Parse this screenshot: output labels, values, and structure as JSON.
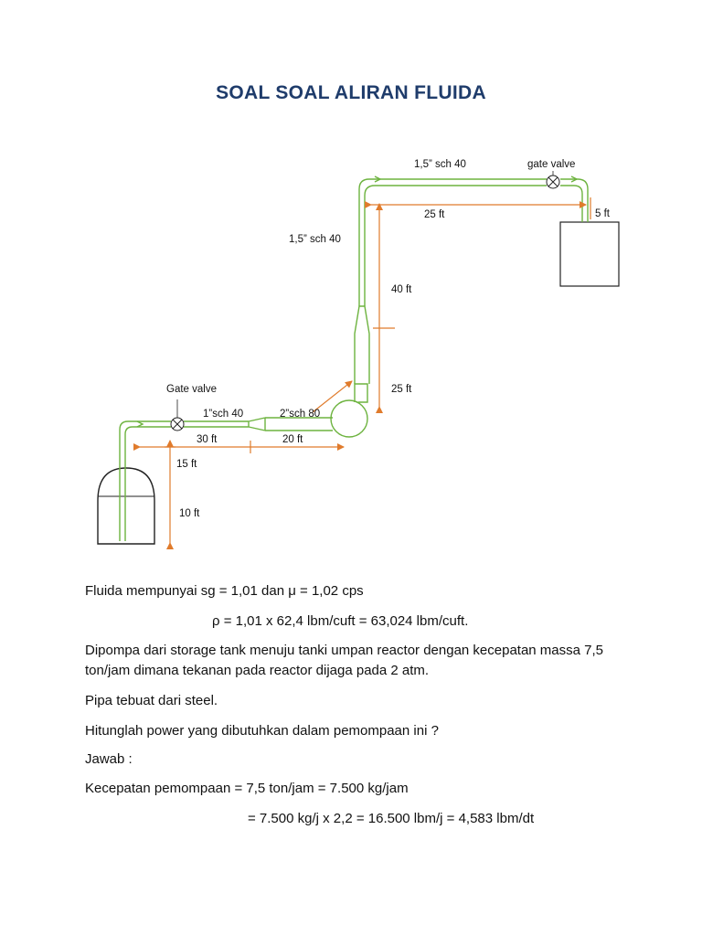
{
  "title": "SOAL SOAL ALIRAN FLUIDA",
  "diagram": {
    "labels": {
      "pipe_top": "1,5” sch 40",
      "gate_valve_top": "gate valve",
      "length_top": "25 ft",
      "drop_tank": "5 ft",
      "pipe_vertical": "1,5” sch 40",
      "height_upper": "40 ft",
      "height_lower": "25 ft",
      "gate_valve_bottom": "Gate valve",
      "pipe_1in": "1”sch 40",
      "pipe_2in": "2”sch 80",
      "length_30": "30 ft",
      "length_20": "20 ft",
      "height_15": "15 ft",
      "height_10": "10 ft"
    },
    "colors": {
      "pipe": "#6db33f",
      "dimension": "#e07b2c",
      "outline": "#222222"
    }
  },
  "text": {
    "p1": "Fluida mempunyai sg = 1,01 dan μ = 1,02 cps",
    "p2": "ρ  = 1,01 x 62,4 lbm/cuft = 63,024 lbm/cuft.",
    "p3": "Dipompa dari storage tank menuju tanki umpan reactor dengan kecepatan massa 7,5 ton/jam dimana tekanan pada reactor dijaga pada 2 atm.",
    "p4": "Pipa tebuat dari steel.",
    "p5": "Hitunglah power yang dibutuhkan dalam pemompaan ini ?",
    "p6": "Jawab :",
    "p7": "Kecepatan pemompaan = 7,5 ton/jam = 7.500 kg/jam",
    "p8": "= 7.500 kg/j x 2,2 = 16.500 lbm/j = 4,583 lbm/dt"
  }
}
